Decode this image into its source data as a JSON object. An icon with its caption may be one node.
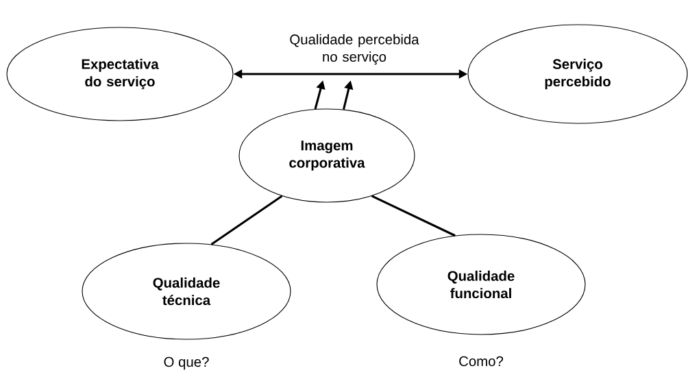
{
  "diagram": {
    "nodes": [
      {
        "text": [
          "Expectativa do serviço"
        ]
      },
      {
        "text": [
          "Serviço percebido"
        ]
      },
      {
        "text": [
          "Qualidade percebida no serviço"
        ]
      },
      {
        "text": [
          "Imagem corporativa"
        ]
      },
      {
        "text": [
          "Qualidade técnica"
        ],
        "beside": [
          "O que?"
        ]
      },
      {
        "text": [
          "Qualidade funcional"
        ],
        "beside": [
          "Como?"
        ]
      }
    ],
    "edges": [
      {
        "from": 0,
        "to": 1,
        "arrow": "both"
      },
      {
        "from": 3,
        "to": 2,
        "arrow": "to"
      },
      {
        "from": 3,
        "to": 2,
        "arrow": "to"
      },
      {
        "from": 4,
        "to": 3,
        "arrow": "none"
      },
      {
        "from": 5,
        "to": 3,
        "arrow": "none"
      }
    ]
  }
}
